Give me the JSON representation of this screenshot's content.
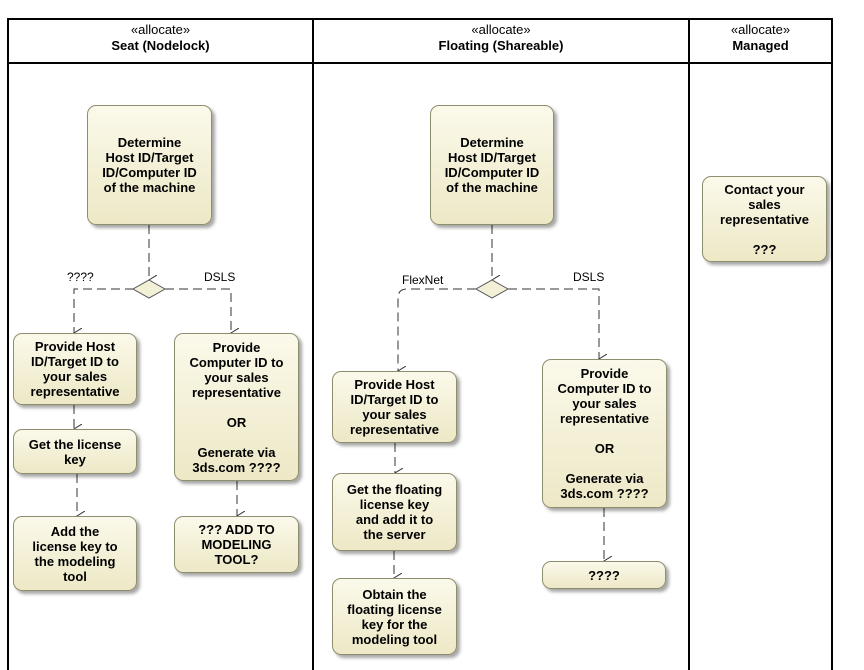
{
  "lanes": [
    {
      "stereotype": "«allocate»",
      "name": "Seat (Nodelock)"
    },
    {
      "stereotype": "«allocate»",
      "name": "Floating (Shareable)"
    },
    {
      "stereotype": "«allocate»",
      "name": "Managed"
    }
  ],
  "nodes": {
    "seat_determine": "Determine\nHost ID/Target\nID/Computer ID\nof the machine",
    "seat_provide_host": "Provide Host\nID/Target ID to\nyour sales\nrepresentative",
    "seat_get_key": "Get the license\nkey",
    "seat_add_key": "Add the\nlicense key to\nthe modeling\ntool",
    "seat_provide_computer": "Provide\nComputer ID to\nyour sales\nrepresentative\n\nOR\n\nGenerate via\n3ds.com ????",
    "seat_add_to_tool": "??? ADD TO\nMODELING\nTOOL?",
    "float_determine": "Determine\nHost ID/Target\nID/Computer ID\nof the machine",
    "float_provide_host": "Provide Host\nID/Target ID to\nyour sales\nrepresentative",
    "float_get_key": "Get the floating\nlicense key\nand add it to\nthe server",
    "float_obtain_key": "Obtain the\nfloating license\nkey for the\nmodeling tool",
    "float_provide_computer": "Provide\nComputer ID to\nyour sales\nrepresentative\n\nOR\n\nGenerate via\n3ds.com ????",
    "float_unknown": "????",
    "managed_contact": "Contact your\nsales\nrepresentative\n\n???"
  },
  "guards": {
    "seat_left": "????",
    "seat_right": "DSLS",
    "float_left": "FlexNet",
    "float_right": "DSLS"
  }
}
